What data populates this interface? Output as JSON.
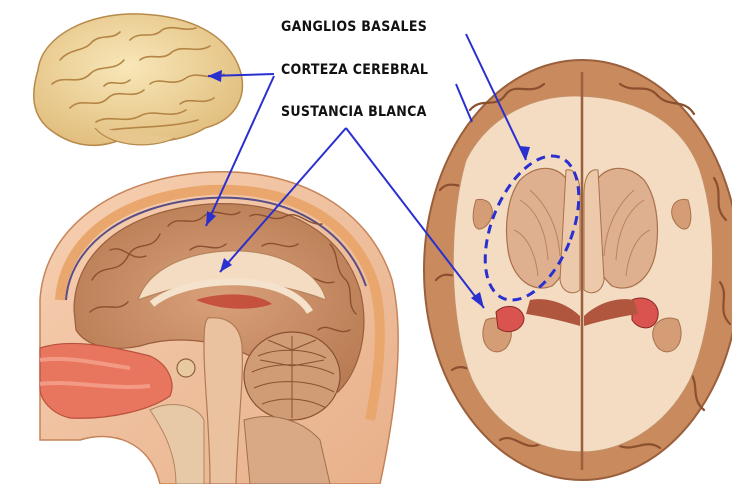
{
  "labels": {
    "basal_ganglia": "GANGLIOS BASALES",
    "cortex": "CORTEZA CEREBRAL",
    "white_matter": "SUSTANCIA BLANCA"
  },
  "colors": {
    "pointer_line": "#2a2fd0",
    "cortex": "#c98a5e",
    "white_matter": "#f3dcc1",
    "brain_external": "#f2d9a0",
    "nasal_tissue": "#e8765f"
  }
}
